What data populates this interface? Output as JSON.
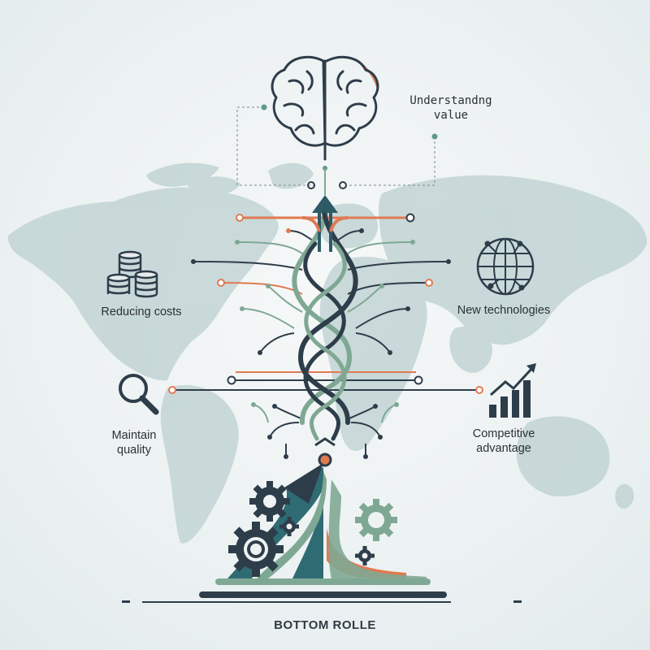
{
  "labels": {
    "understanding": "Understandng\nvalue",
    "reducing": "Reducing costs",
    "newtech": "New technologies",
    "maintain": "Maintain\nquality",
    "competitive": "Competitive\nadvantage",
    "bottom": "BOTTOM ROLLE"
  },
  "colors": {
    "navy": "#2e3d4a",
    "teal": "#2f6b73",
    "sage": "#7fa894",
    "orange": "#e07a52",
    "map": "#b9cfcf"
  },
  "icons": [
    "brain-icon",
    "coins-icon",
    "globe-circuit-icon",
    "magnifier-icon",
    "bar-chart-up-icon",
    "gear-icon"
  ]
}
